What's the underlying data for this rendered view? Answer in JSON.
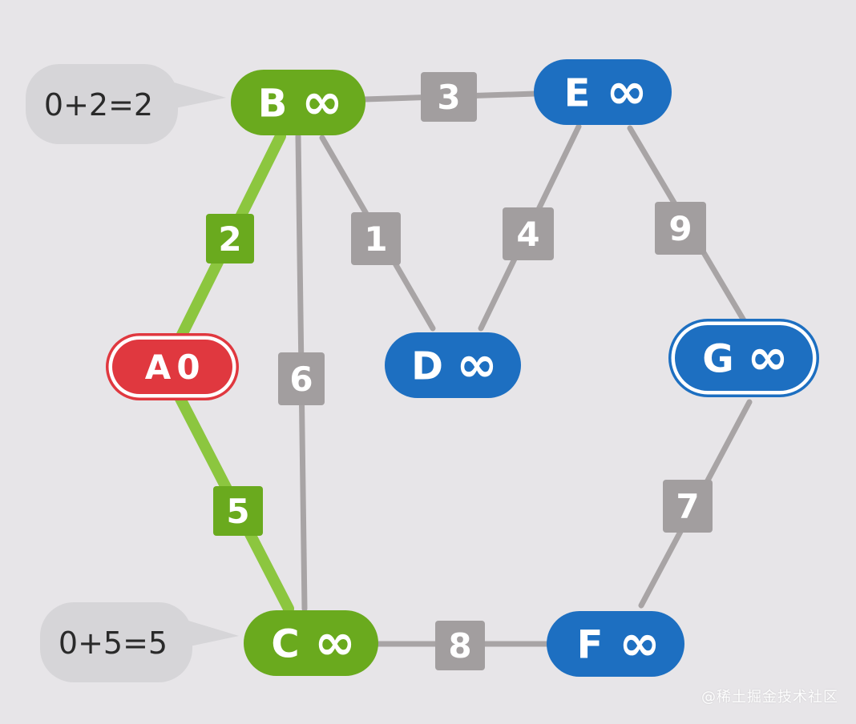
{
  "colors": {
    "background": "#e7e5e8",
    "edge_gray": "#a8a4a5",
    "weight_gray": "#a29e9f",
    "green": "#6aaa1e",
    "green_edge": "#8cc63f",
    "blue": "#1d6fc1",
    "red": "#e0383f",
    "bubble": "#d6d5d8",
    "text_light": "#ffffff",
    "text_dark": "#2a2a2a"
  },
  "nodes": [
    {
      "id": "A",
      "label": "A",
      "value": "0",
      "state": "start"
    },
    {
      "id": "B",
      "label": "B",
      "value": "∞",
      "state": "visited"
    },
    {
      "id": "C",
      "label": "C",
      "value": "∞",
      "state": "visited"
    },
    {
      "id": "D",
      "label": "D",
      "value": "∞",
      "state": "unvisited"
    },
    {
      "id": "E",
      "label": "E",
      "value": "∞",
      "state": "unvisited"
    },
    {
      "id": "F",
      "label": "F",
      "value": "∞",
      "state": "unvisited"
    },
    {
      "id": "G",
      "label": "G",
      "value": "∞",
      "state": "target"
    }
  ],
  "edges": [
    {
      "from": "A",
      "to": "B",
      "weight": "2",
      "active": true
    },
    {
      "from": "A",
      "to": "C",
      "weight": "5",
      "active": true
    },
    {
      "from": "B",
      "to": "C",
      "weight": "6",
      "active": false
    },
    {
      "from": "B",
      "to": "D",
      "weight": "1",
      "active": false
    },
    {
      "from": "B",
      "to": "E",
      "weight": "3",
      "active": false
    },
    {
      "from": "E",
      "to": "D",
      "weight": "4",
      "active": false
    },
    {
      "from": "E",
      "to": "G",
      "weight": "9",
      "active": false
    },
    {
      "from": "G",
      "to": "F",
      "weight": "7",
      "active": false
    },
    {
      "from": "C",
      "to": "F",
      "weight": "8",
      "active": false
    }
  ],
  "callouts": [
    {
      "target": "B",
      "text": "0+2=2"
    },
    {
      "target": "C",
      "text": "0+5=5"
    }
  ],
  "watermark": "@稀土掘金技术社区"
}
